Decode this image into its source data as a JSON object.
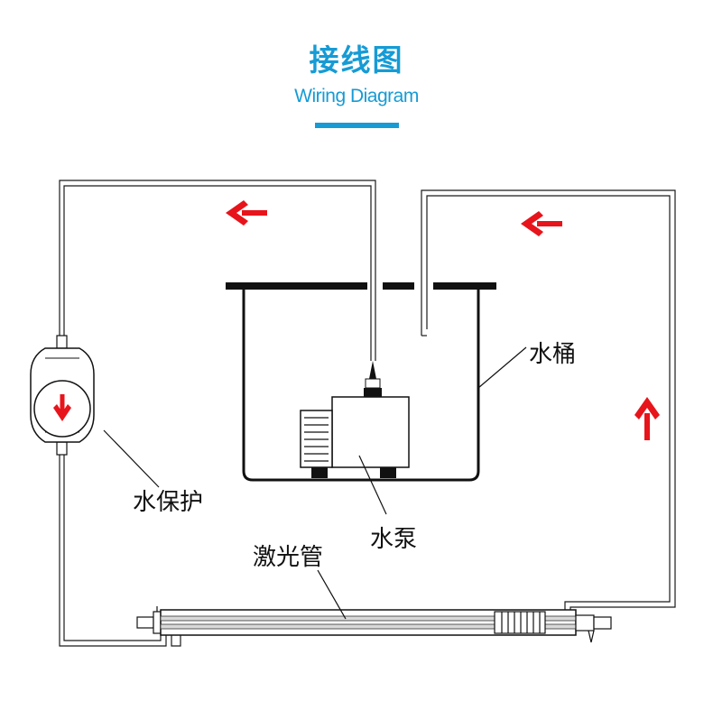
{
  "header": {
    "title": "接线图",
    "subtitle": "Wiring Diagram"
  },
  "labels": {
    "bucket": "水桶",
    "protector": "水保护",
    "pump": "水泵",
    "laser_tube": "激光管"
  },
  "colors": {
    "accent": "#169bd5",
    "arrow": "#e8141b",
    "line": "#1a1a1a"
  },
  "flow_arrows": [
    {
      "name": "flow-arrow-left-1",
      "direction": "left"
    },
    {
      "name": "flow-arrow-left-2",
      "direction": "left"
    },
    {
      "name": "flow-arrow-up",
      "direction": "up"
    },
    {
      "name": "flow-arrow-down",
      "direction": "down"
    }
  ]
}
